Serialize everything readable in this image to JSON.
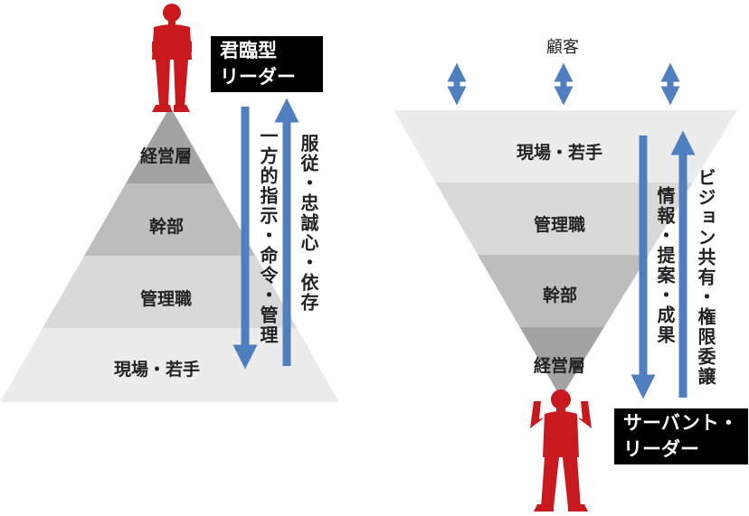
{
  "left": {
    "badge_line1": "君臨型",
    "badge_line2": "リーダー",
    "levels": [
      "経営層",
      "幹部",
      "管理職",
      "現場・若手"
    ],
    "down_arrow_text": "一方的指示・命令・管理",
    "up_arrow_text": "服従・忠誠心・依存"
  },
  "right": {
    "top_label": "顧客",
    "levels": [
      "現場・若手",
      "管理職",
      "幹部",
      "経営層"
    ],
    "down_arrow_text": "情報・提案・成果",
    "up_arrow_text": "ビジョン共有・権限委譲",
    "badge_line1": "サーバント・",
    "badge_line2": "リーダー"
  },
  "colors": {
    "band_dark": "#a3a3a3",
    "band_mid": "#bdbdbd",
    "band_light": "#d9d9d9",
    "band_lightest": "#ececec",
    "arrow_blue": "#4f7fbf",
    "figure_red": "#c8191f"
  }
}
